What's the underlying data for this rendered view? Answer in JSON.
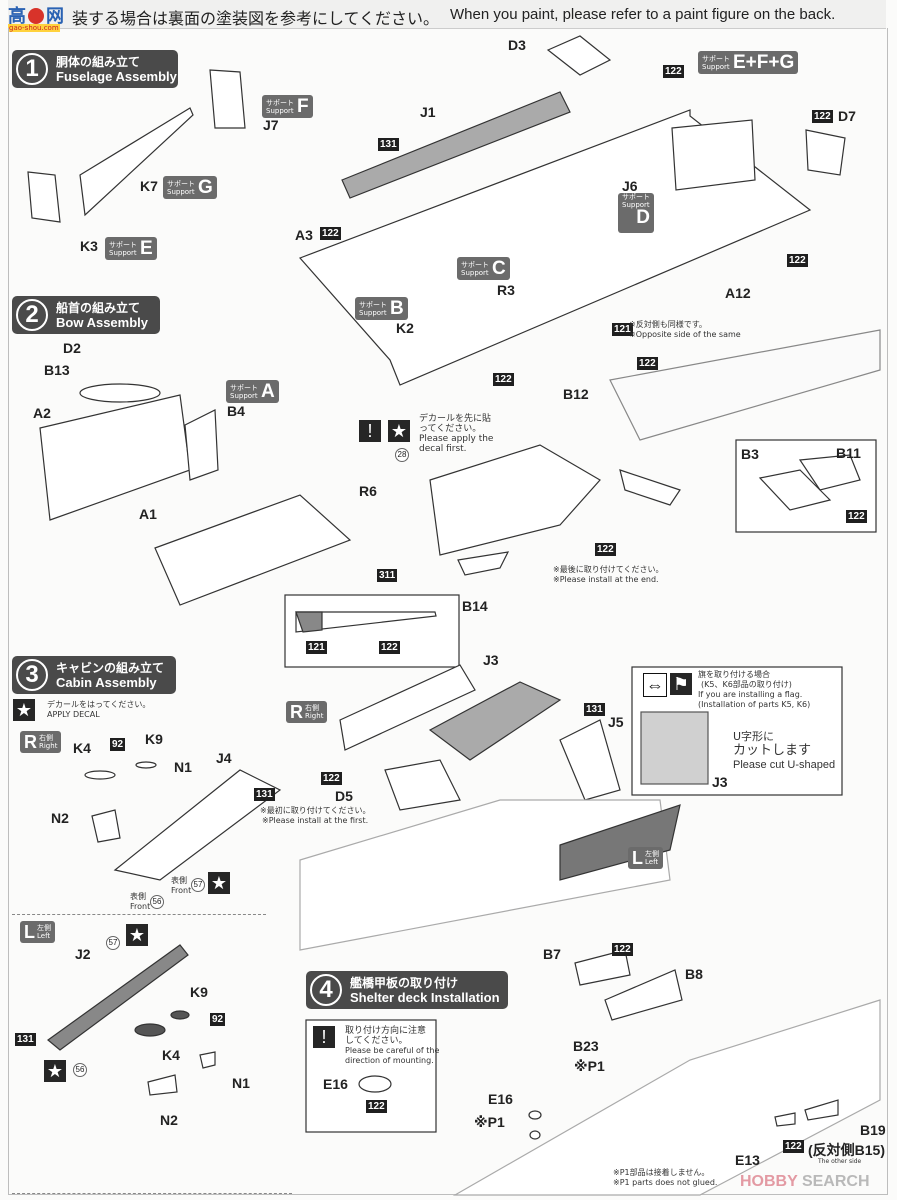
{
  "header": {
    "logo_text": "高 网",
    "logo_url": "gao-shou.com",
    "note_jp": "装する場合は裏面の塗装図を参考にしてください。",
    "note_en": "When you paint, please refer to a paint figure on the back."
  },
  "steps": [
    {
      "number": "1",
      "title_jp": "胴体の組み立て",
      "title_en": "Fuselage Assembly"
    },
    {
      "number": "2",
      "title_jp": "船首の組み立て",
      "title_en": "Bow Assembly"
    },
    {
      "number": "3",
      "title_jp": "キャビンの組み立て",
      "title_en": "Cabin Assembly"
    },
    {
      "number": "4",
      "title_jp": "艦橋甲板の取り付け",
      "title_en": "Shelter deck Installation"
    }
  ],
  "supports": {
    "small_jp": "サポート",
    "small_en": "Support",
    "A": "A",
    "B": "B",
    "C": "C",
    "D": "D",
    "E": "E",
    "F": "F",
    "G": "G",
    "EFG": "E+F+G"
  },
  "parts": {
    "J7": "J7",
    "K7": "K7",
    "K3": "K3",
    "D3": "D3",
    "J1": "J1",
    "D7": "D7",
    "J6": "J6",
    "A3": "A3",
    "R3": "R3",
    "K2": "K2",
    "A12": "A12",
    "D2": "D2",
    "B13": "B13",
    "A2": "A2",
    "B4": "B4",
    "A1": "A1",
    "B12": "B12",
    "R6": "R6",
    "B14": "B14",
    "B3": "B3",
    "B11": "B11",
    "K4": "K4",
    "K9": "K9",
    "N1": "N1",
    "N2": "N2",
    "J4": "J4",
    "J3": "J3",
    "J5": "J5",
    "D5": "D5",
    "J2": "J2",
    "B7": "B7",
    "B8": "B8",
    "B23": "B23",
    "P1": "※P1",
    "E16": "E16",
    "B19": "B19",
    "B15": "(反対側B15)",
    "E13": "E13",
    "J3b": "J3"
  },
  "paint_codes": {
    "c122": "122",
    "c131": "131",
    "c121": "121",
    "c311": "311",
    "c92": "92"
  },
  "decal_numbers": {
    "d28": "28",
    "d56": "56",
    "d57": "57"
  },
  "notes": {
    "opposite_jp": "※反対側も同様です。",
    "opposite_en": "※Opposite side of the same",
    "decal_first_jp1": "デカールを先に貼",
    "decal_first_jp2": "ってください。",
    "decal_first_en1": "Please apply the",
    "decal_first_en2": "decal first.",
    "install_end_jp": "※最後に取り付けてください。",
    "install_end_en": "※Please install at the end.",
    "apply_decal_jp": "デカールをはってください。",
    "apply_decal_en": "APPLY DECAL",
    "install_first_jp": "※最初に取り付けてください。",
    "install_first_en": "※Please install at the first.",
    "front_jp": "表側",
    "front_en": "Front",
    "flag_jp1": "旗を取り付ける場合",
    "flag_jp2": "(K5、K6部品の取り付け)",
    "flag_en1": "If you are installing a flag.",
    "flag_en2": "(Installation of parts K5, K6)",
    "cut_jp1": "U字形に",
    "cut_jp2": "カットします",
    "cut_en": "Please cut U-shaped",
    "mount_jp1": "取り付け方向に注意",
    "mount_jp2": "してください。",
    "mount_en1": "Please be careful of the",
    "mount_en2": "direction of mounting.",
    "p1_jp": "※P1部品は接着しません。",
    "p1_en": "※P1 parts does not glued.",
    "other_side_en": "The other side"
  },
  "side_labels": {
    "right_letter": "R",
    "right_jp": "右側",
    "right_en": "Right",
    "left_letter": "L",
    "left_jp": "左側",
    "left_en": "Left"
  },
  "icons": {
    "star": "★",
    "exclaim": "!"
  },
  "watermark": {
    "prefix": "HOBBY",
    "suffix": "SEARCH"
  }
}
